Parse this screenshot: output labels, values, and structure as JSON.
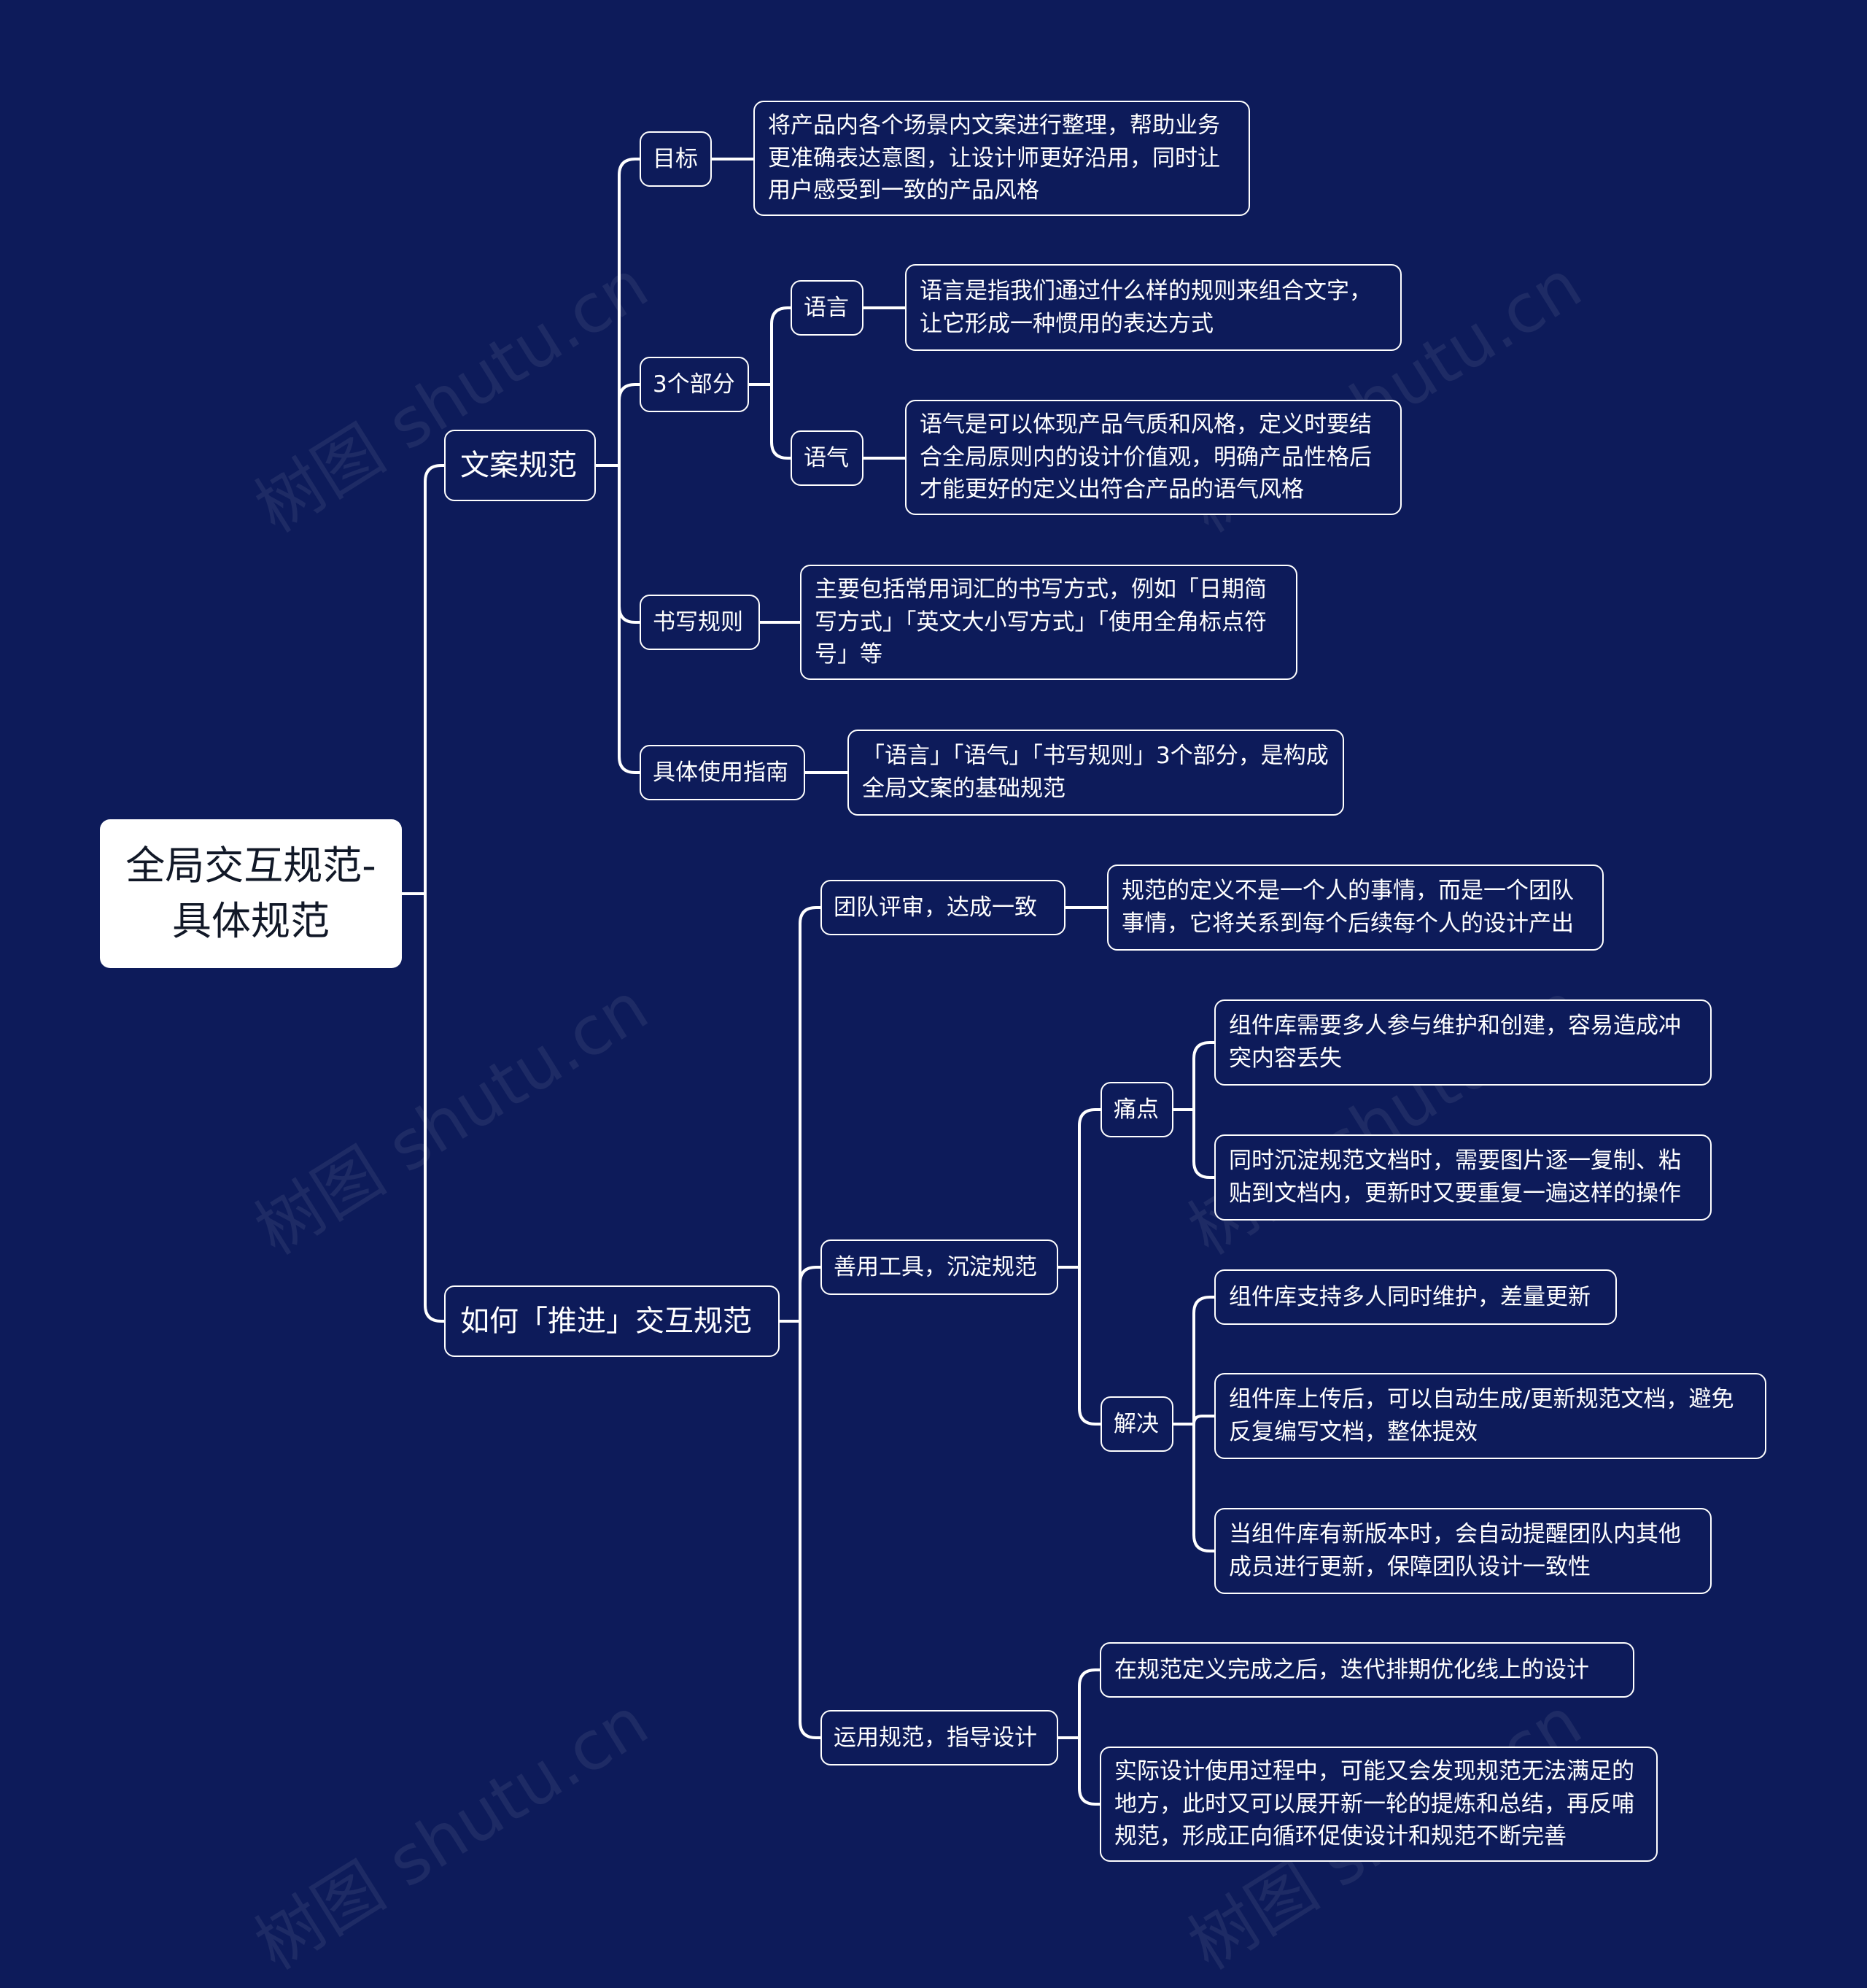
{
  "watermark": "树图 shutu.cn",
  "colors": {
    "background": "#0d1b5a",
    "line": "#ffffff",
    "root_fill": "#ffffff"
  },
  "root": {
    "line1": "全局交互规范-",
    "line2": "具体规范"
  },
  "branches": [
    {
      "label": "文案规范",
      "children": [
        {
          "label": "目标",
          "details": [
            "将产品内各个场景内文案进行整理，帮助业务更准确表达意图，让设计师更好沿用，同时让用户感受到一致的产品风格"
          ]
        },
        {
          "label": "3个部分",
          "children": [
            {
              "label": "语言",
              "details": [
                "语言是指我们通过什么样的规则来组合文字，让它形成一种惯用的表达方式"
              ]
            },
            {
              "label": "语气",
              "details": [
                "语气是可以体现产品气质和风格，定义时要结合全局原则内的设计价值观，明确产品性格后才能更好的定义出符合产品的语气风格"
              ]
            }
          ]
        },
        {
          "label": "书写规则",
          "details": [
            "主要包括常用词汇的书写方式，例如「日期简写方式」「英文大小写方式」「使用全角标点符号」等"
          ]
        },
        {
          "label": "具体使用指南",
          "details": [
            "「语言」「语气」「书写规则」3个部分，是构成全局文案的基础规范"
          ]
        }
      ]
    },
    {
      "label": "如何「推进」交互规范",
      "children": [
        {
          "label": "团队评审，达成一致",
          "details": [
            "规范的定义不是一个人的事情，而是一个团队事情，它将关系到每个后续每个人的设计产出"
          ]
        },
        {
          "label": "善用工具，沉淀规范",
          "children": [
            {
              "label": "痛点",
              "details": [
                "组件库需要多人参与维护和创建，容易造成冲突内容丢失",
                "同时沉淀规范文档时，需要图片逐一复制、粘贴到文档内，更新时又要重复一遍这样的操作"
              ]
            },
            {
              "label": "解决",
              "details": [
                "组件库支持多人同时维护，差量更新",
                "组件库上传后，可以自动生成/更新规范文档，避免反复编写文档，整体提效",
                "当组件库有新版本时，会自动提醒团队内其他成员进行更新，保障团队设计一致性"
              ]
            }
          ]
        },
        {
          "label": "运用规范，指导设计",
          "details": [
            "在规范定义完成之后，迭代排期优化线上的设计",
            "实际设计使用过程中，可能又会发现规范无法满足的地方，此时又可以展开新一轮的提炼和总结，再反哺规范，形成正向循环促使设计和规范不断完善"
          ]
        }
      ]
    }
  ]
}
